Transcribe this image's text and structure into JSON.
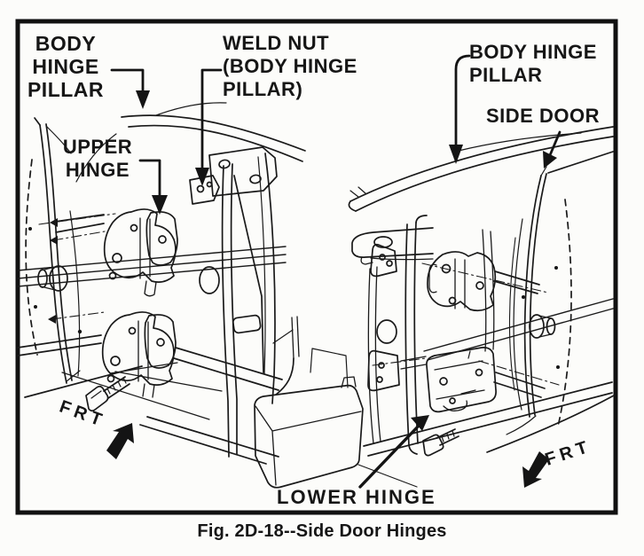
{
  "figure": {
    "caption": "Fig. 2D-18--Side Door Hinges"
  },
  "colors": {
    "ink": "#161616",
    "paper": "#fcfcfa"
  },
  "labels": {
    "bhp_left": {
      "l1": "BODY",
      "l2": "HINGE",
      "l3": "PILLAR"
    },
    "weld_nut": {
      "l1": "WELD NUT",
      "l2": "(BODY HINGE",
      "l3": "PILLAR)"
    },
    "upper_hinge": {
      "l1": "UPPER",
      "l2": "HINGE"
    },
    "bhp_right": {
      "l1": "BODY HINGE",
      "l2": "PILLAR"
    },
    "side_door": {
      "text": "SIDE DOOR"
    },
    "lower_hinge": {
      "text": "LOWER HINGE"
    },
    "frt_left": {
      "text": "FRT"
    },
    "frt_right": {
      "text": "FRT"
    }
  }
}
